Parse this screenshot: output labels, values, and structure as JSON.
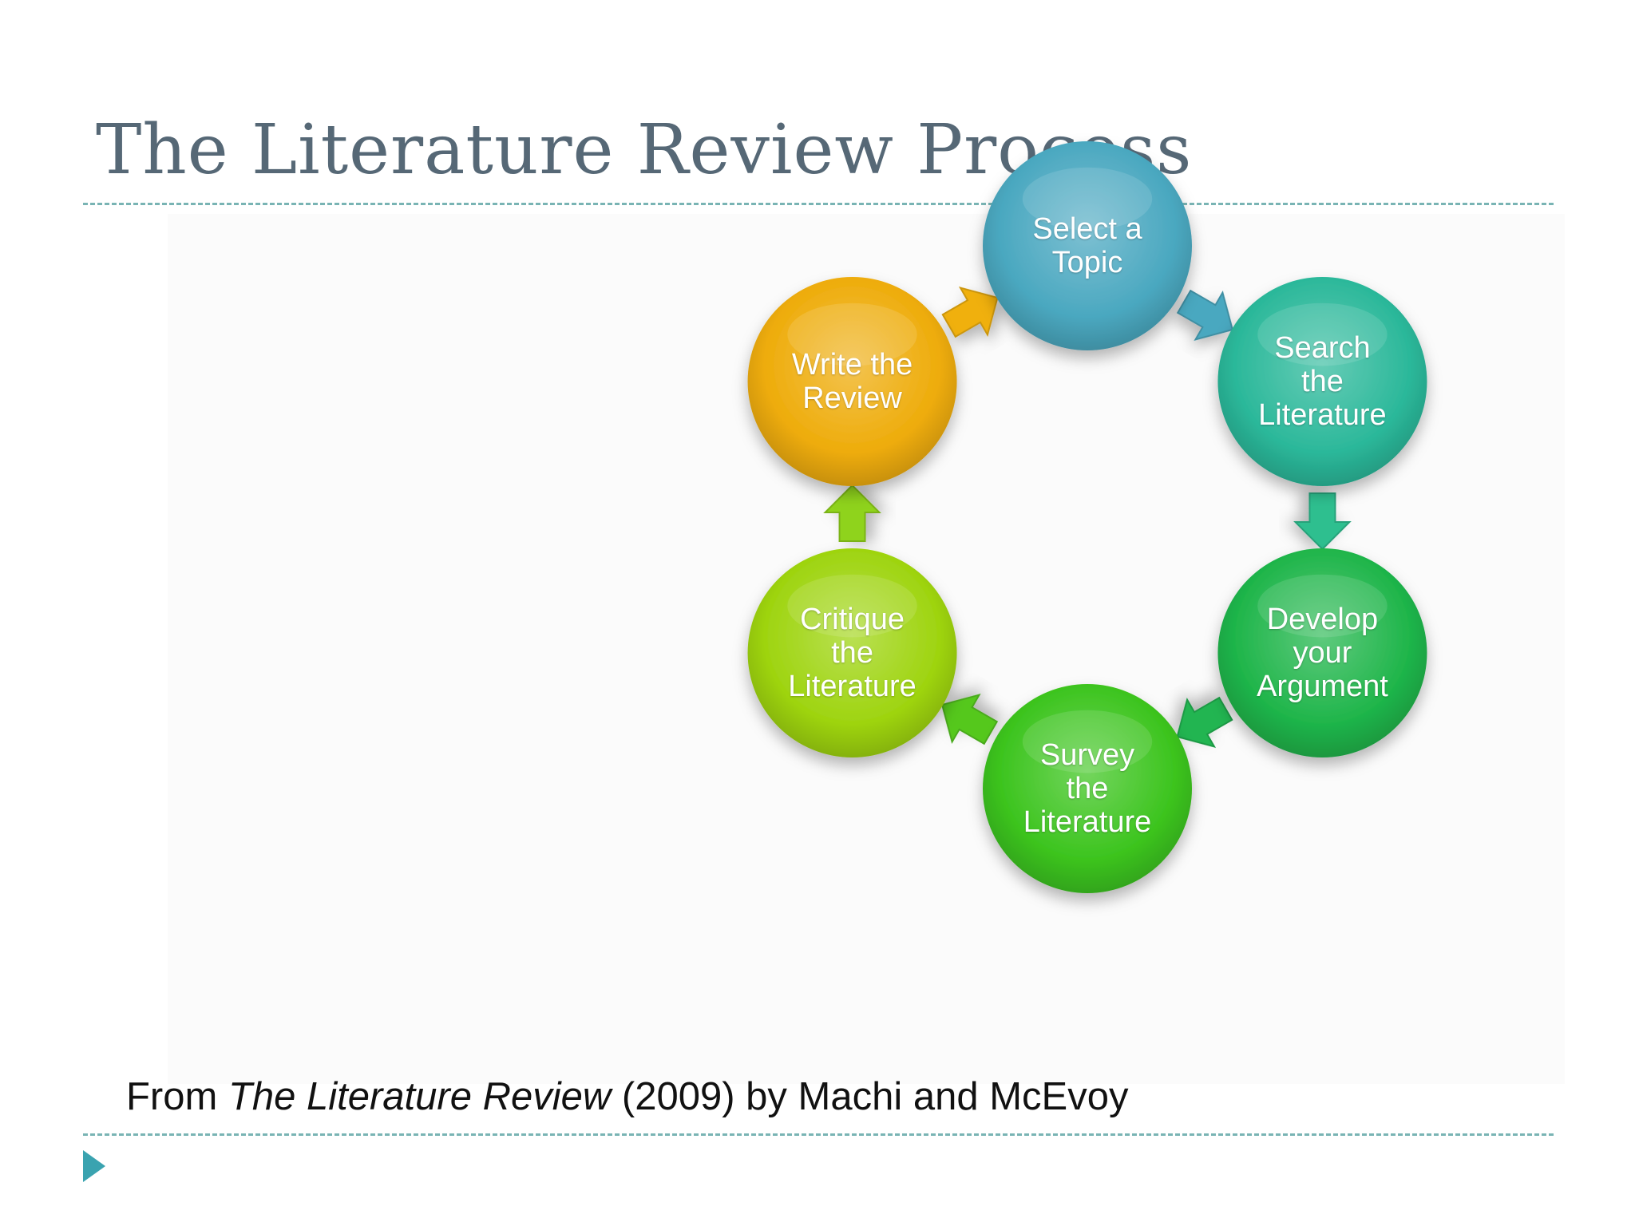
{
  "slide": {
    "title": "The Literature Review Process"
  },
  "diagram": {
    "type": "cycle",
    "nodes": [
      {
        "lines": [
          "Select a",
          "Topic"
        ],
        "color": "#4aa8c0"
      },
      {
        "lines": [
          "Search",
          "the",
          "Literature"
        ],
        "color": "#2bb89a"
      },
      {
        "lines": [
          "Develop",
          "your",
          "Argument"
        ],
        "color": "#1fb54a"
      },
      {
        "lines": [
          "Survey",
          "the",
          "Literature"
        ],
        "color": "#3cc41e"
      },
      {
        "lines": [
          "Critique",
          "the",
          "Literature"
        ],
        "color": "#9ed40f"
      },
      {
        "lines": [
          "Write the",
          "Review"
        ],
        "color": "#eeac0a"
      }
    ],
    "arrow_colors": [
      "#4aa8c0",
      "#2fbf8f",
      "#22b551",
      "#55c81f",
      "#8fd31a",
      "#f0b010"
    ]
  },
  "caption": {
    "prefix": "From ",
    "title": "The Literature Review",
    "suffix": " (2009) by Machi and McEvoy"
  },
  "colors": {
    "title": "#566876",
    "rule": "#79b4b4",
    "bullet": "#3aa3b0"
  },
  "icons": {
    "bullet": "triangle-right"
  }
}
